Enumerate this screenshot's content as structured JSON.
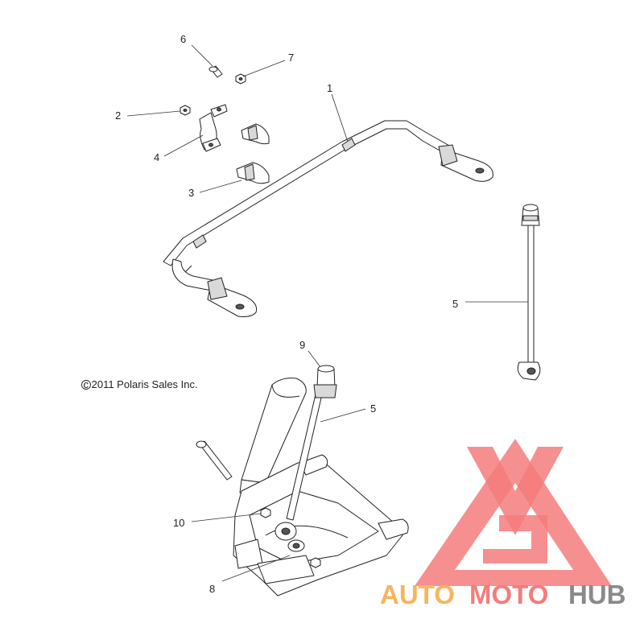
{
  "copyright": "c 2011 Polaris Sales Inc.",
  "callouts": {
    "c1": "1",
    "c2": "2",
    "c3": "3",
    "c4": "4",
    "c5a": "5",
    "c5b": "5",
    "c6": "6",
    "c7": "7",
    "c8": "8",
    "c9": "9",
    "c10": "10"
  },
  "watermark": {
    "auto": "AUTO",
    "moto": "MOTO",
    "hub": "HUB"
  },
  "colors": {
    "logo_red": "#f47c7c",
    "logo_orange": "#f5b55e",
    "logo_gray": "#8a8a8a"
  }
}
